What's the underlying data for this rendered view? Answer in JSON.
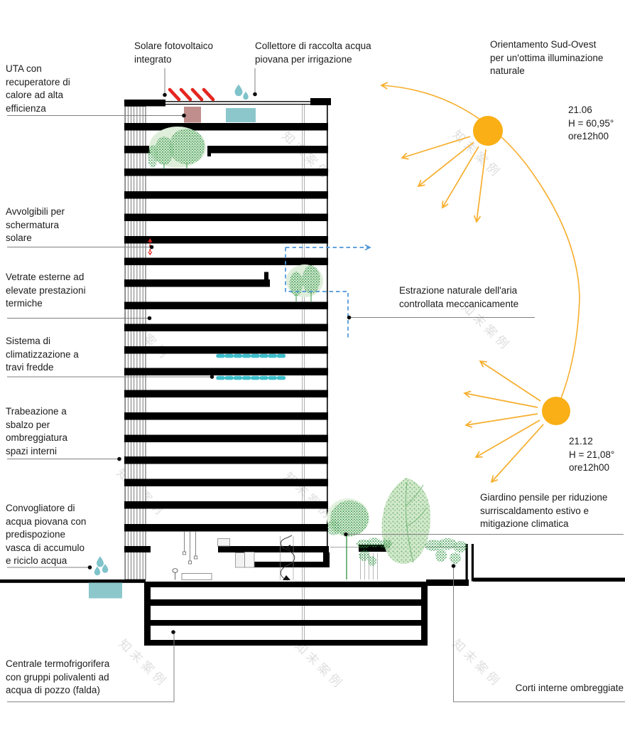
{
  "watermark": {
    "text": "知末案例"
  },
  "annotations": {
    "uta": "UTA con\nrecuperatore di\ncalore ad alta\nefficienza",
    "solare_fotovoltaico": "Solare fotovoltaico\nintegrato",
    "collettore": "Collettore di raccolta acqua\npiovana per irrigazione",
    "orientamento": "Orientamento Sud-Ovest\nper un'ottima illuminazione\nnaturale",
    "sole_estate": "21.06\nH = 60,95°\nore12h00",
    "avvolgibili": "Avvolgibili per\nschermatura\nsolare",
    "vetrate": "Vetrate esterne ad\nelevate prestazioni\ntermiche",
    "climatizzazione": "Sistema di\nclimatizzazione a\ntravi fredde",
    "estrazione": "Estrazione naturale dell'aria\ncontrollata meccanicamente",
    "trabeazione": "Trabeazione a\nsbalzo per\nombreggiatura\nspazi interni",
    "sole_inverno": "21.12\nH = 21,08°\nore12h00",
    "convogliatore": "Convogliatore di\nacqua piovana con\npredispozione\nvasca di accumulo\ne riciclo acqua",
    "giardino_pensile": "Giardino pensile per riduzione\nsurriscaldamento estivo e\nmitigazione climatica",
    "centrale": "Centrale termofrigorifera\ncon gruppi polivalenti ad\nacqua di pozzo (falda)",
    "corti": "Corti interne ombreggiate"
  },
  "colors": {
    "sun": "#F6AE2D",
    "pv_red": "#E52620",
    "water_teal": "#8CC7CC",
    "chilled_beam_cyan": "#3EBDCB",
    "air_blue": "#4D94D6",
    "vegetation_green": "#2E9443",
    "slab_black": "#000000"
  }
}
